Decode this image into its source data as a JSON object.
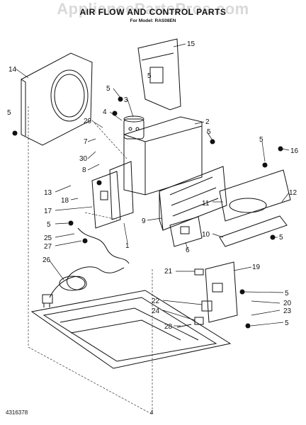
{
  "header": {
    "title": "AIR FLOW AND CONTROL PARTS",
    "subtitle": "For Model: RAS08EN"
  },
  "watermark": "AppliancePartsPros.com",
  "footer": {
    "doc_number": "4316378",
    "page_number": "4"
  },
  "callouts": {
    "c1": "1",
    "c2": "2",
    "c3": "3",
    "c4": "4",
    "c5a": "5",
    "c5b": "5",
    "c5c": "5",
    "c5d": "5",
    "c5e": "5",
    "c5f": "5",
    "c5g": "5",
    "c5h": "5",
    "c6": "6",
    "c7": "7",
    "c8": "8",
    "c9": "9",
    "c10": "10",
    "c11": "11",
    "c12": "12",
    "c13": "13",
    "c14": "14",
    "c15": "15",
    "c16": "16",
    "c17": "17",
    "c18": "18",
    "c19": "19",
    "c20": "20",
    "c21": "21",
    "c22": "22",
    "c23": "23",
    "c24": "24",
    "c25": "25",
    "c26": "26",
    "c27": "27",
    "c28": "28",
    "c29": "29",
    "c30": "30"
  }
}
